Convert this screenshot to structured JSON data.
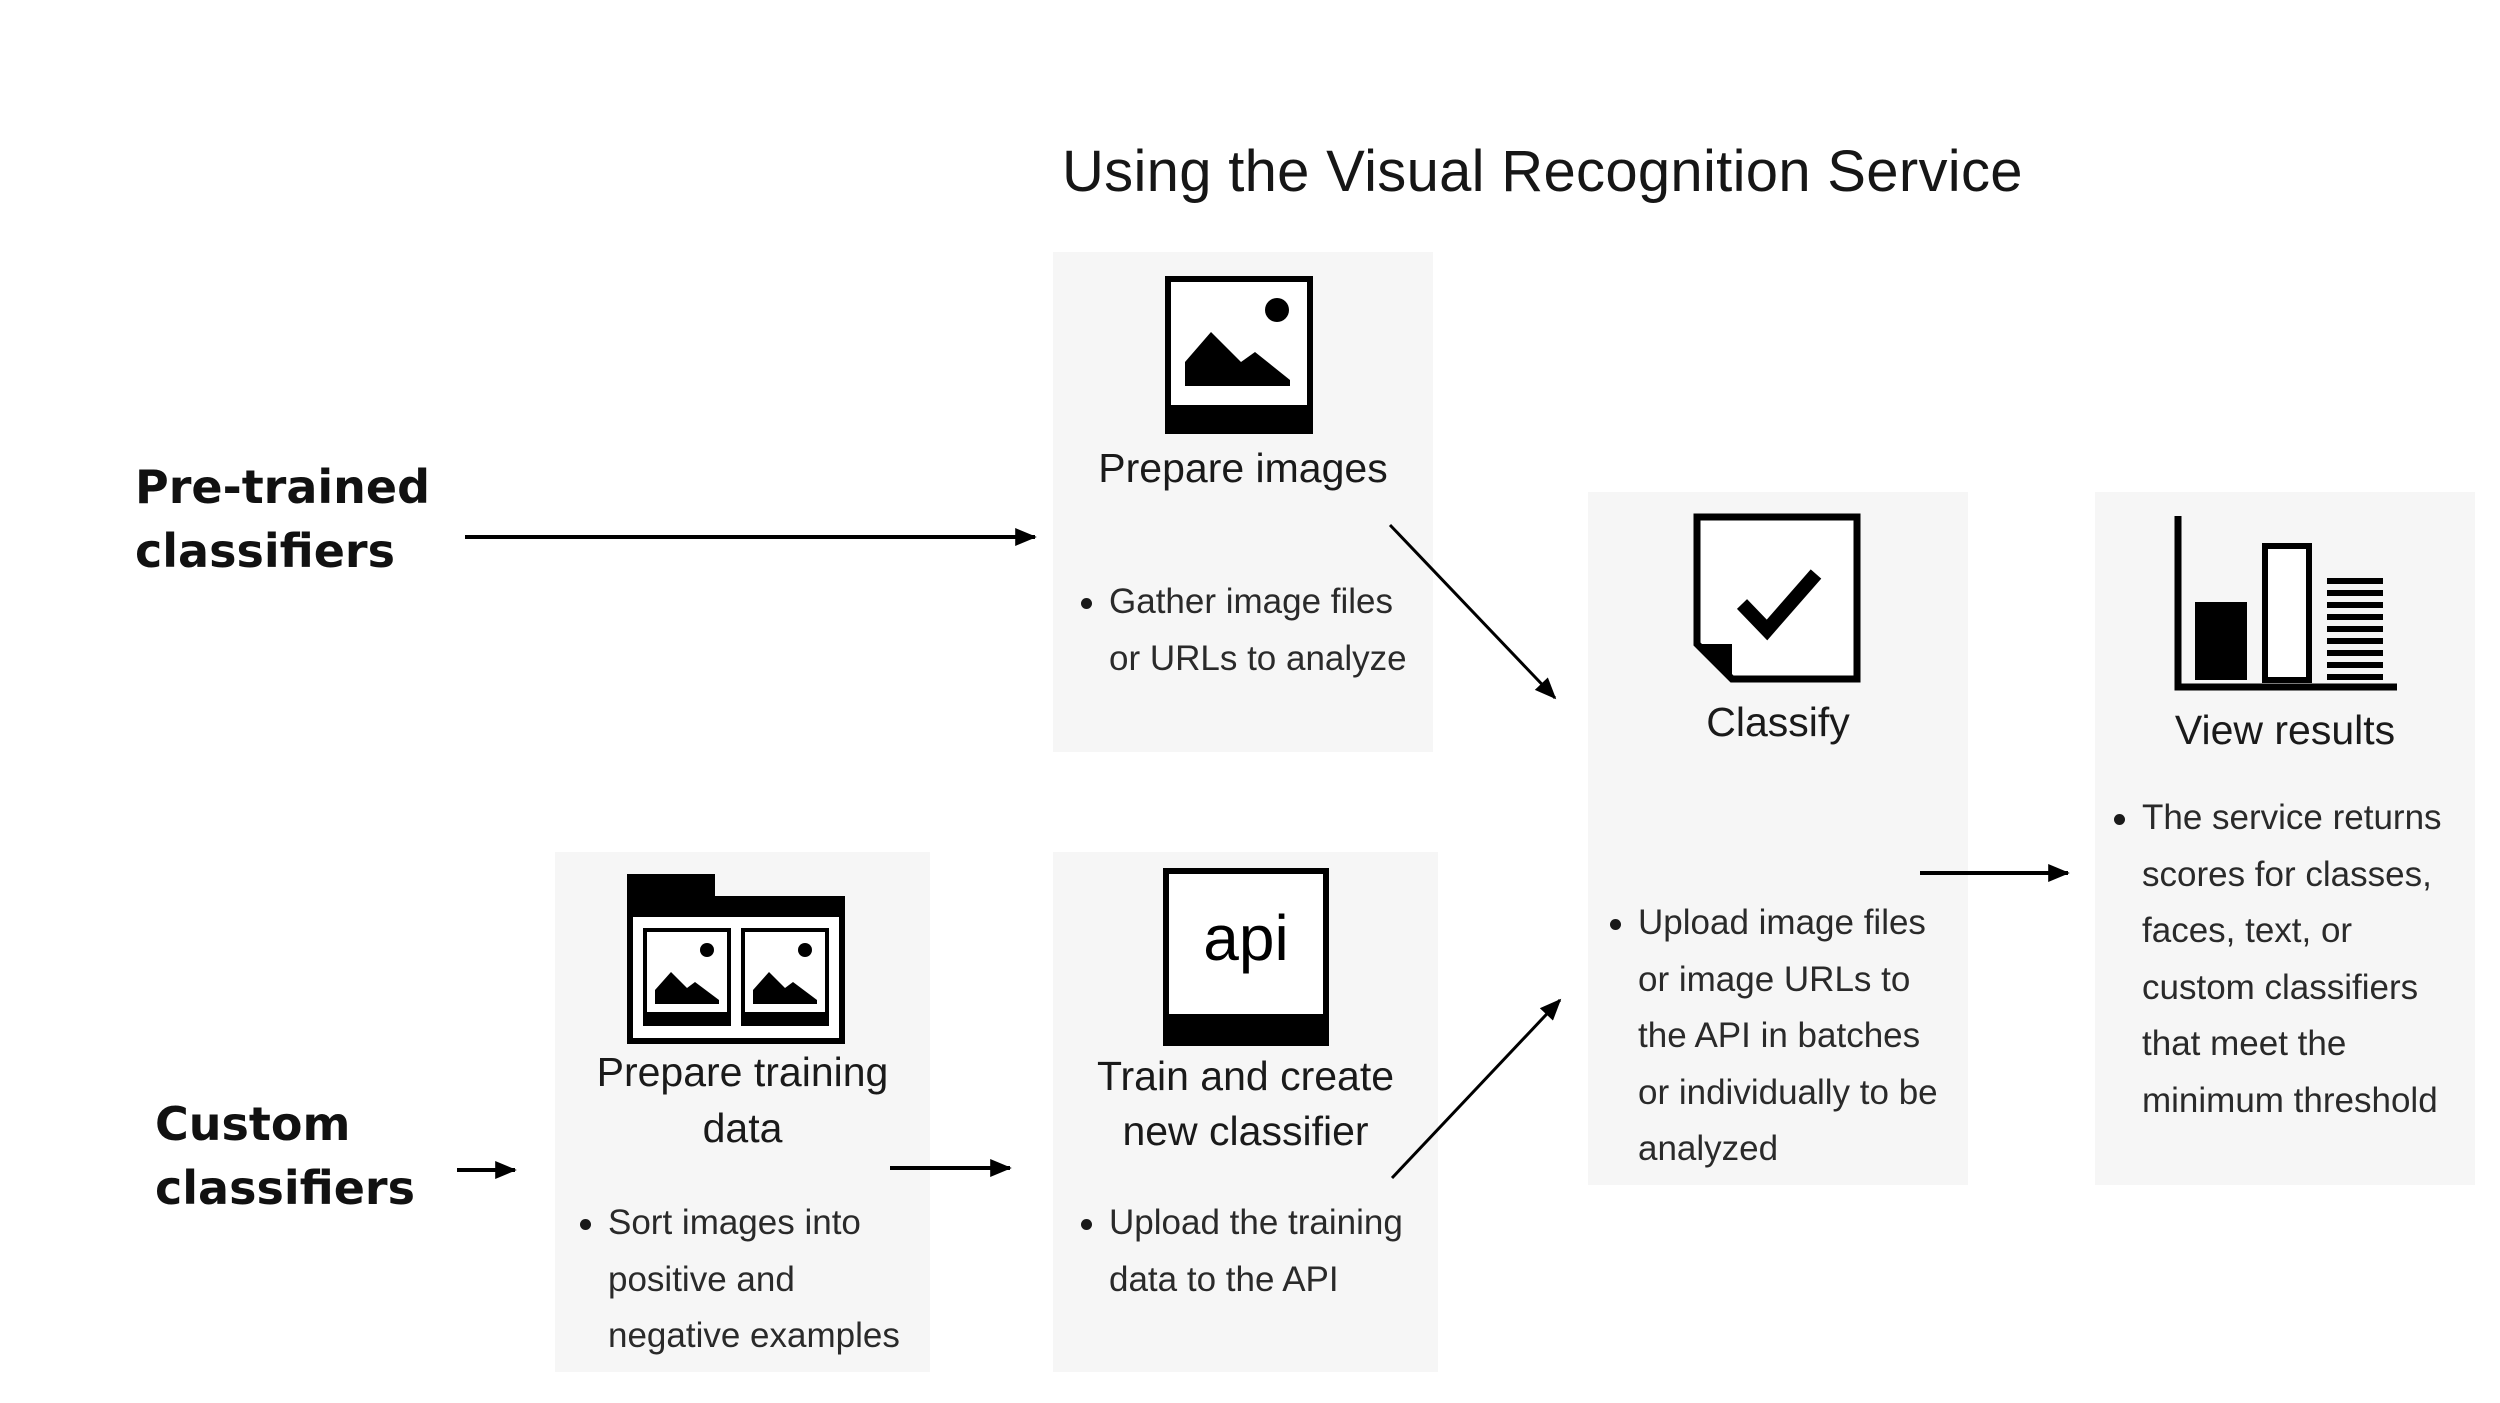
{
  "title": "Using the Visual Recognition Service",
  "rows": {
    "pretrained": {
      "line1": "Pre-trained",
      "line2": "classifiers"
    },
    "custom": {
      "line1": "Custom",
      "line2": "classifiers"
    }
  },
  "cards": {
    "prepare_images": {
      "heading": "Prepare images",
      "icon": "image-icon",
      "bullet": "Gather image files or URLs to analyze"
    },
    "prepare_training": {
      "heading_line1": "Prepare training",
      "heading_line2": "data",
      "icon": "image-folder-icon",
      "bullet": "Sort images into positive and negative examples"
    },
    "train": {
      "heading_line1": "Train and create",
      "heading_line2": "new classifier",
      "icon": "api-icon",
      "icon_text": "api",
      "bullet": "Upload the training data to the API"
    },
    "classify": {
      "heading": "Classify",
      "icon": "document-check-icon",
      "bullet": "Upload image files or image URLs to the API in batches or individually to be analyzed"
    },
    "results": {
      "heading": "View results",
      "icon": "bar-chart-icon",
      "bullet": "The service returns scores for classes, faces, text, or custom classifiers that meet the minimum threshold"
    }
  }
}
